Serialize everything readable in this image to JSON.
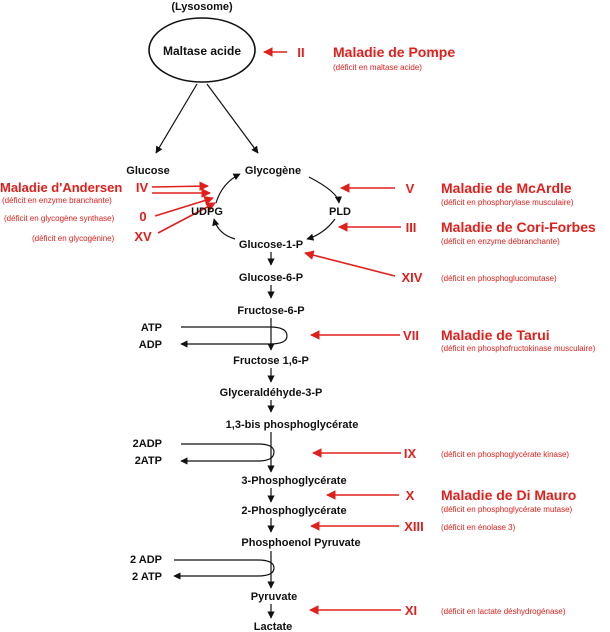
{
  "colors": {
    "ink": "#111111",
    "accent": "#e0201c"
  },
  "header": {
    "lysosome": "(Lysosome)",
    "maltase": "Maltase acide"
  },
  "pathway": {
    "glucose": "Glucose",
    "glycogene": "Glycogène",
    "udpg": "UDPG",
    "pld": "PLD",
    "g1p": "Glucose-1-P",
    "g6p": "Glucose-6-P",
    "f6p": "Fructose-6-P",
    "f16p": "Fructose 1,6-P",
    "gap": "Glyceraldéhyde-3-P",
    "bpg": "1,3-bis phosphoglycérate",
    "pg3": "3-Phosphoglycérate",
    "pg2": "2-Phosphoglycérate",
    "pep": "Phosphoenol Pyruvate",
    "pyruvate": "Pyruvate",
    "lactate": "Lactate"
  },
  "cofactors": {
    "atp": "ATP",
    "adp": "ADP",
    "adp2": "2ADP",
    "atp2": "2ATP",
    "adp2b": "2 ADP",
    "atp2b": "2 ATP"
  },
  "diseases": {
    "ii": {
      "numeral": "II",
      "name": "Maladie de Pompe",
      "deficit": "(déficit en maltase acide)"
    },
    "iv": {
      "numeral": "IV",
      "name": "Maladie d'Andersen",
      "deficit": "(déficit en enzyme branchante)"
    },
    "o": {
      "numeral": "0",
      "deficit": "(déficit en glycogène synthase)"
    },
    "xv": {
      "numeral": "XV",
      "deficit": "(déficit en glycogénine)"
    },
    "v": {
      "numeral": "V",
      "name": "Maladie de McArdle",
      "deficit": "(déficit en phosphorylase musculaire)"
    },
    "iii": {
      "numeral": "III",
      "name": "Maladie de Cori-Forbes",
      "deficit": "(déficit en enzyme débranchante)"
    },
    "xiv": {
      "numeral": "XIV",
      "deficit": "(déficit en phosphoglucomutase)"
    },
    "vii": {
      "numeral": "VII",
      "name": "Maladie de Tarui",
      "deficit": "(déficit en phosphofructokinase musculaire)"
    },
    "ix": {
      "numeral": "IX",
      "deficit": "(déficit en phosphoglycérate kinase)"
    },
    "x": {
      "numeral": "X",
      "name": "Maladie de Di Mauro",
      "deficit": "(déficit en phosphoglycérate mutase)"
    },
    "xiii": {
      "numeral": "XIII",
      "deficit": "(déficit en énolase 3)"
    },
    "xi": {
      "numeral": "XI",
      "deficit": "(déficit en lactate déshydrogénase)"
    }
  }
}
